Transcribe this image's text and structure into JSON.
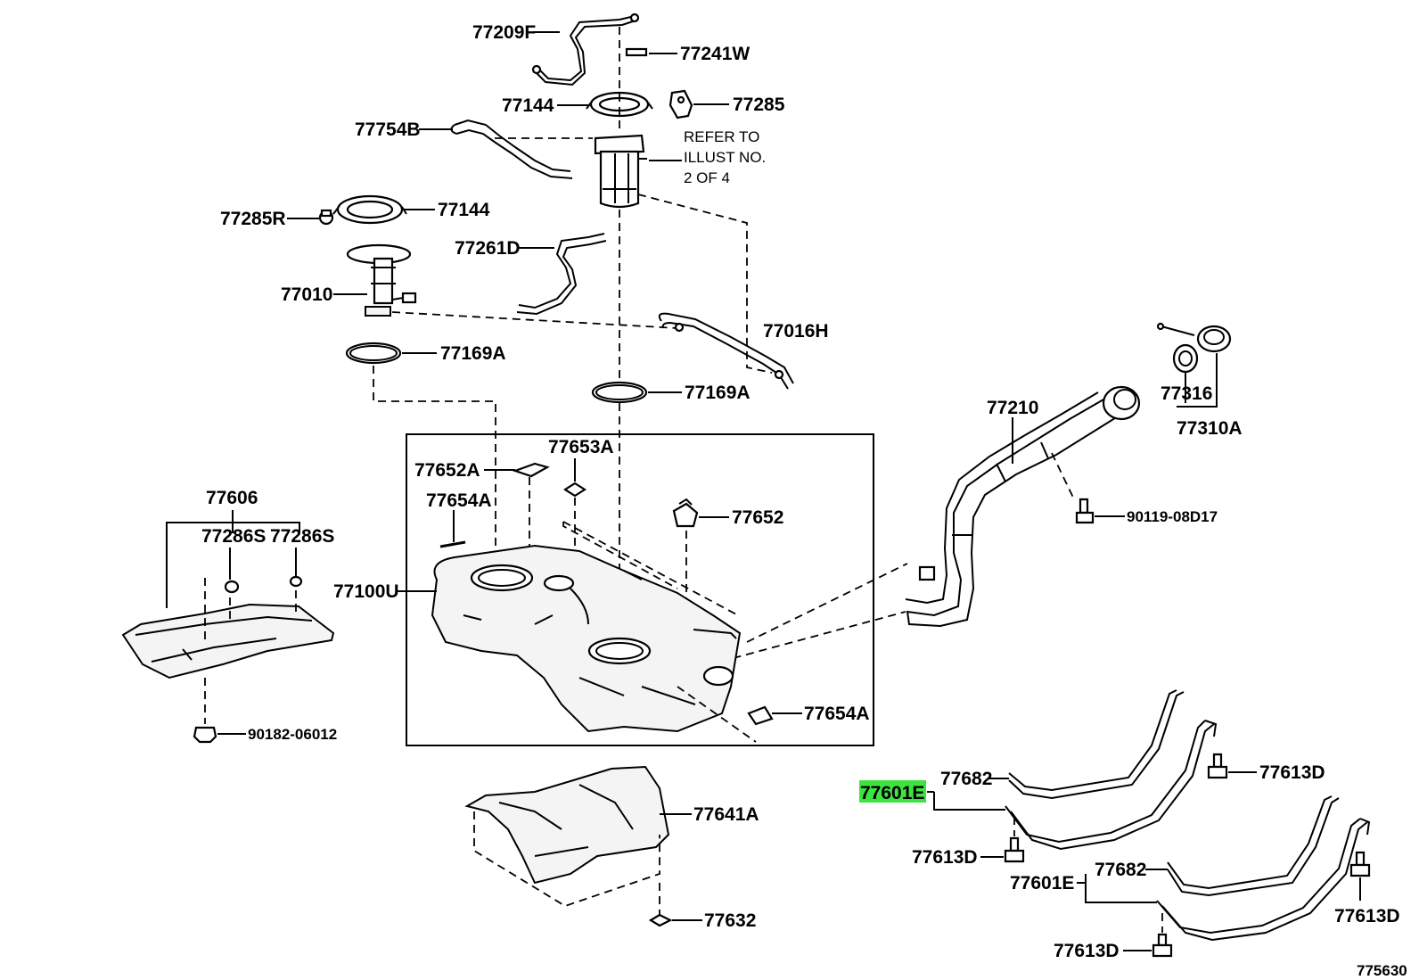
{
  "labels": {
    "p77209F": "77209F",
    "p77241W": "77241W",
    "p77144_top": "77144",
    "p77285": "77285",
    "p77754B": "77754B",
    "refer_line1": "REFER TO",
    "refer_line2": "ILLUST NO.",
    "refer_line3": "2 OF 4",
    "p77285R": "77285R",
    "p77144_left": "77144",
    "p77261D": "77261D",
    "p77010": "77010",
    "p77016H": "77016H",
    "p77169A_left": "77169A",
    "p77169A_center": "77169A",
    "p77316": "77316",
    "p77310A": "77310A",
    "p77210": "77210",
    "p90119": "90119-08D17",
    "p77653A": "77653A",
    "p77652A": "77652A",
    "p77654A_top": "77654A",
    "p77652": "77652",
    "p77606": "77606",
    "p77286S_a": "77286S",
    "p77286S_b": "77286S",
    "p77100U": "77100U",
    "p77654A_bottom": "77654A",
    "p90182": "90182-06012",
    "p77641A": "77641A",
    "p77632": "77632",
    "p77682_top": "77682",
    "p77601E_highlight": "77601E",
    "p77613D_tr": "77613D",
    "p77613D_left": "77613D",
    "p77682_bottom": "77682",
    "p77601E_bottom": "77601E",
    "p77613D_right": "77613D",
    "p77613D_bottom": "77613D",
    "ref_number": "775630"
  },
  "colors": {
    "highlight": "#3fe33f",
    "line": "#000000",
    "background": "#ffffff"
  }
}
